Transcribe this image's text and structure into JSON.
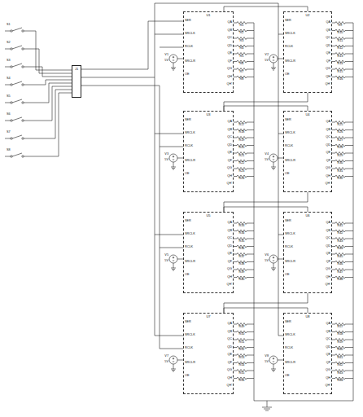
{
  "diagram": {
    "nodes": [
      {
        "text": [
          "J1"
        ]
      },
      {
        "text": [
          "U1"
        ]
      },
      {
        "text": [
          "U2"
        ]
      },
      {
        "text": [
          "U3"
        ]
      },
      {
        "text": [
          "U4"
        ]
      },
      {
        "text": [
          "U5"
        ]
      },
      {
        "text": [
          "U6"
        ]
      },
      {
        "text": [
          "U7"
        ]
      },
      {
        "text": [
          "U8"
        ]
      }
    ],
    "edges": [
      {
        "from": 0,
        "to": 1,
        "arrow": "none"
      },
      {
        "from": 1,
        "to": 2,
        "arrow": "none"
      },
      {
        "from": 2,
        "to": 3,
        "arrow": "none"
      },
      {
        "from": 3,
        "to": 4,
        "arrow": "none"
      },
      {
        "from": 4,
        "to": 5,
        "arrow": "none"
      },
      {
        "from": 5,
        "to": 6,
        "arrow": "none"
      },
      {
        "from": 6,
        "to": 7,
        "arrow": "none"
      },
      {
        "from": 7,
        "to": 8,
        "arrow": "none"
      }
    ],
    "labels": [
      "SER",
      "SRCLK",
      "RCLK",
      "SRCLR",
      "OE",
      "QA",
      "QB",
      "QC",
      "QD",
      "QE",
      "QF",
      "QG",
      "QH",
      "QH'",
      "R1",
      "R2",
      "R3",
      "R4",
      "R5",
      "R6",
      "R7",
      "R8",
      "V1",
      "5V",
      "SER",
      "SRCLK",
      "RCLK",
      "SRCLR",
      "OE",
      "QA",
      "QB",
      "QC",
      "QD",
      "QE",
      "QF",
      "QG",
      "QH",
      "QH'",
      "R9",
      "R10",
      "R11",
      "R12",
      "R13",
      "R14",
      "R15",
      "R16",
      "V2",
      "5V",
      "SER",
      "SRCLK",
      "RCLK",
      "SRCLR",
      "OE",
      "QA",
      "QB",
      "QC",
      "QD",
      "QE",
      "QF",
      "QG",
      "QH",
      "QH'",
      "R17",
      "R18",
      "R19",
      "R20",
      "R21",
      "R22",
      "R23",
      "R24",
      "V3",
      "5V",
      "SER",
      "SRCLK",
      "RCLK",
      "SRCLR",
      "OE",
      "QA",
      "QB",
      "QC",
      "QD",
      "QE",
      "QF",
      "QG",
      "QH",
      "QH'",
      "R25",
      "R26",
      "R27",
      "R28",
      "R29",
      "R30",
      "R31",
      "R32",
      "V4",
      "5V",
      "SER",
      "SRCLK",
      "RCLK",
      "SRCLR",
      "OE",
      "QA",
      "QB",
      "QC",
      "QD",
      "QE",
      "QF",
      "QG",
      "QH",
      "QH'",
      "R33",
      "R34",
      "R35",
      "R36",
      "R37",
      "R38",
      "R39",
      "R40",
      "V5",
      "5V",
      "SER",
      "SRCLK",
      "RCLK",
      "SRCLR",
      "OE",
      "QA",
      "QB",
      "QC",
      "QD",
      "QE",
      "QF",
      "QG",
      "QH",
      "QH'",
      "R41",
      "R42",
      "R43",
      "R44",
      "R45",
      "R46",
      "R47",
      "R48",
      "V6",
      "5V",
      "SER",
      "SRCLK",
      "RCLK",
      "SRCLR",
      "OE",
      "QA",
      "QB",
      "QC",
      "QD",
      "QE",
      "QF",
      "QG",
      "QH",
      "QH'",
      "R49",
      "R50",
      "R51",
      "R52",
      "R53",
      "R54",
      "R55",
      "R56",
      "V7",
      "5V",
      "SER",
      "SRCLK",
      "RCLK",
      "SRCLR",
      "OE",
      "QA",
      "QB",
      "QC",
      "QD",
      "QE",
      "QF",
      "QG",
      "QH",
      "QH'",
      "R57",
      "R58",
      "R59",
      "R60",
      "R61",
      "R62",
      "R63",
      "R64",
      "V8",
      "5V",
      "S1",
      "S2",
      "S3",
      "S4",
      "S5",
      "S6",
      "S7",
      "S8"
    ]
  }
}
